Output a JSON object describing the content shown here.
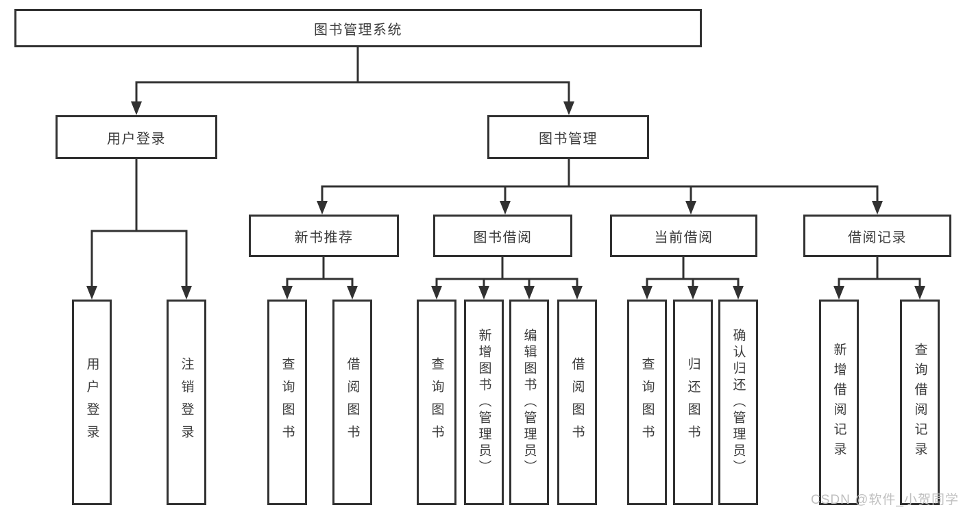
{
  "diagram": {
    "root": "图书管理系统",
    "branches": [
      {
        "label": "用户登录",
        "children": [
          "用户登录",
          "注销登录"
        ]
      },
      {
        "label": "图书管理",
        "groups": [
          {
            "label": "新书推荐",
            "children": [
              "查询图书",
              "借阅图书"
            ]
          },
          {
            "label": "图书借阅",
            "children": [
              "查询图书",
              "新增图书（管理员）",
              "编辑图书（管理员）",
              "借阅图书"
            ]
          },
          {
            "label": "当前借阅",
            "children": [
              "查询图书",
              "归还图书",
              "确认归还（管理员）"
            ]
          },
          {
            "label": "借阅记录",
            "children": [
              "新增借阅记录",
              "查询借阅记录"
            ]
          }
        ]
      }
    ]
  },
  "watermark": "CSDN @软件_小贺同学",
  "colors": {
    "line": "#313131",
    "text": "#3c3c3c",
    "watermark": "#bfbfbf",
    "background": "#ffffff"
  }
}
